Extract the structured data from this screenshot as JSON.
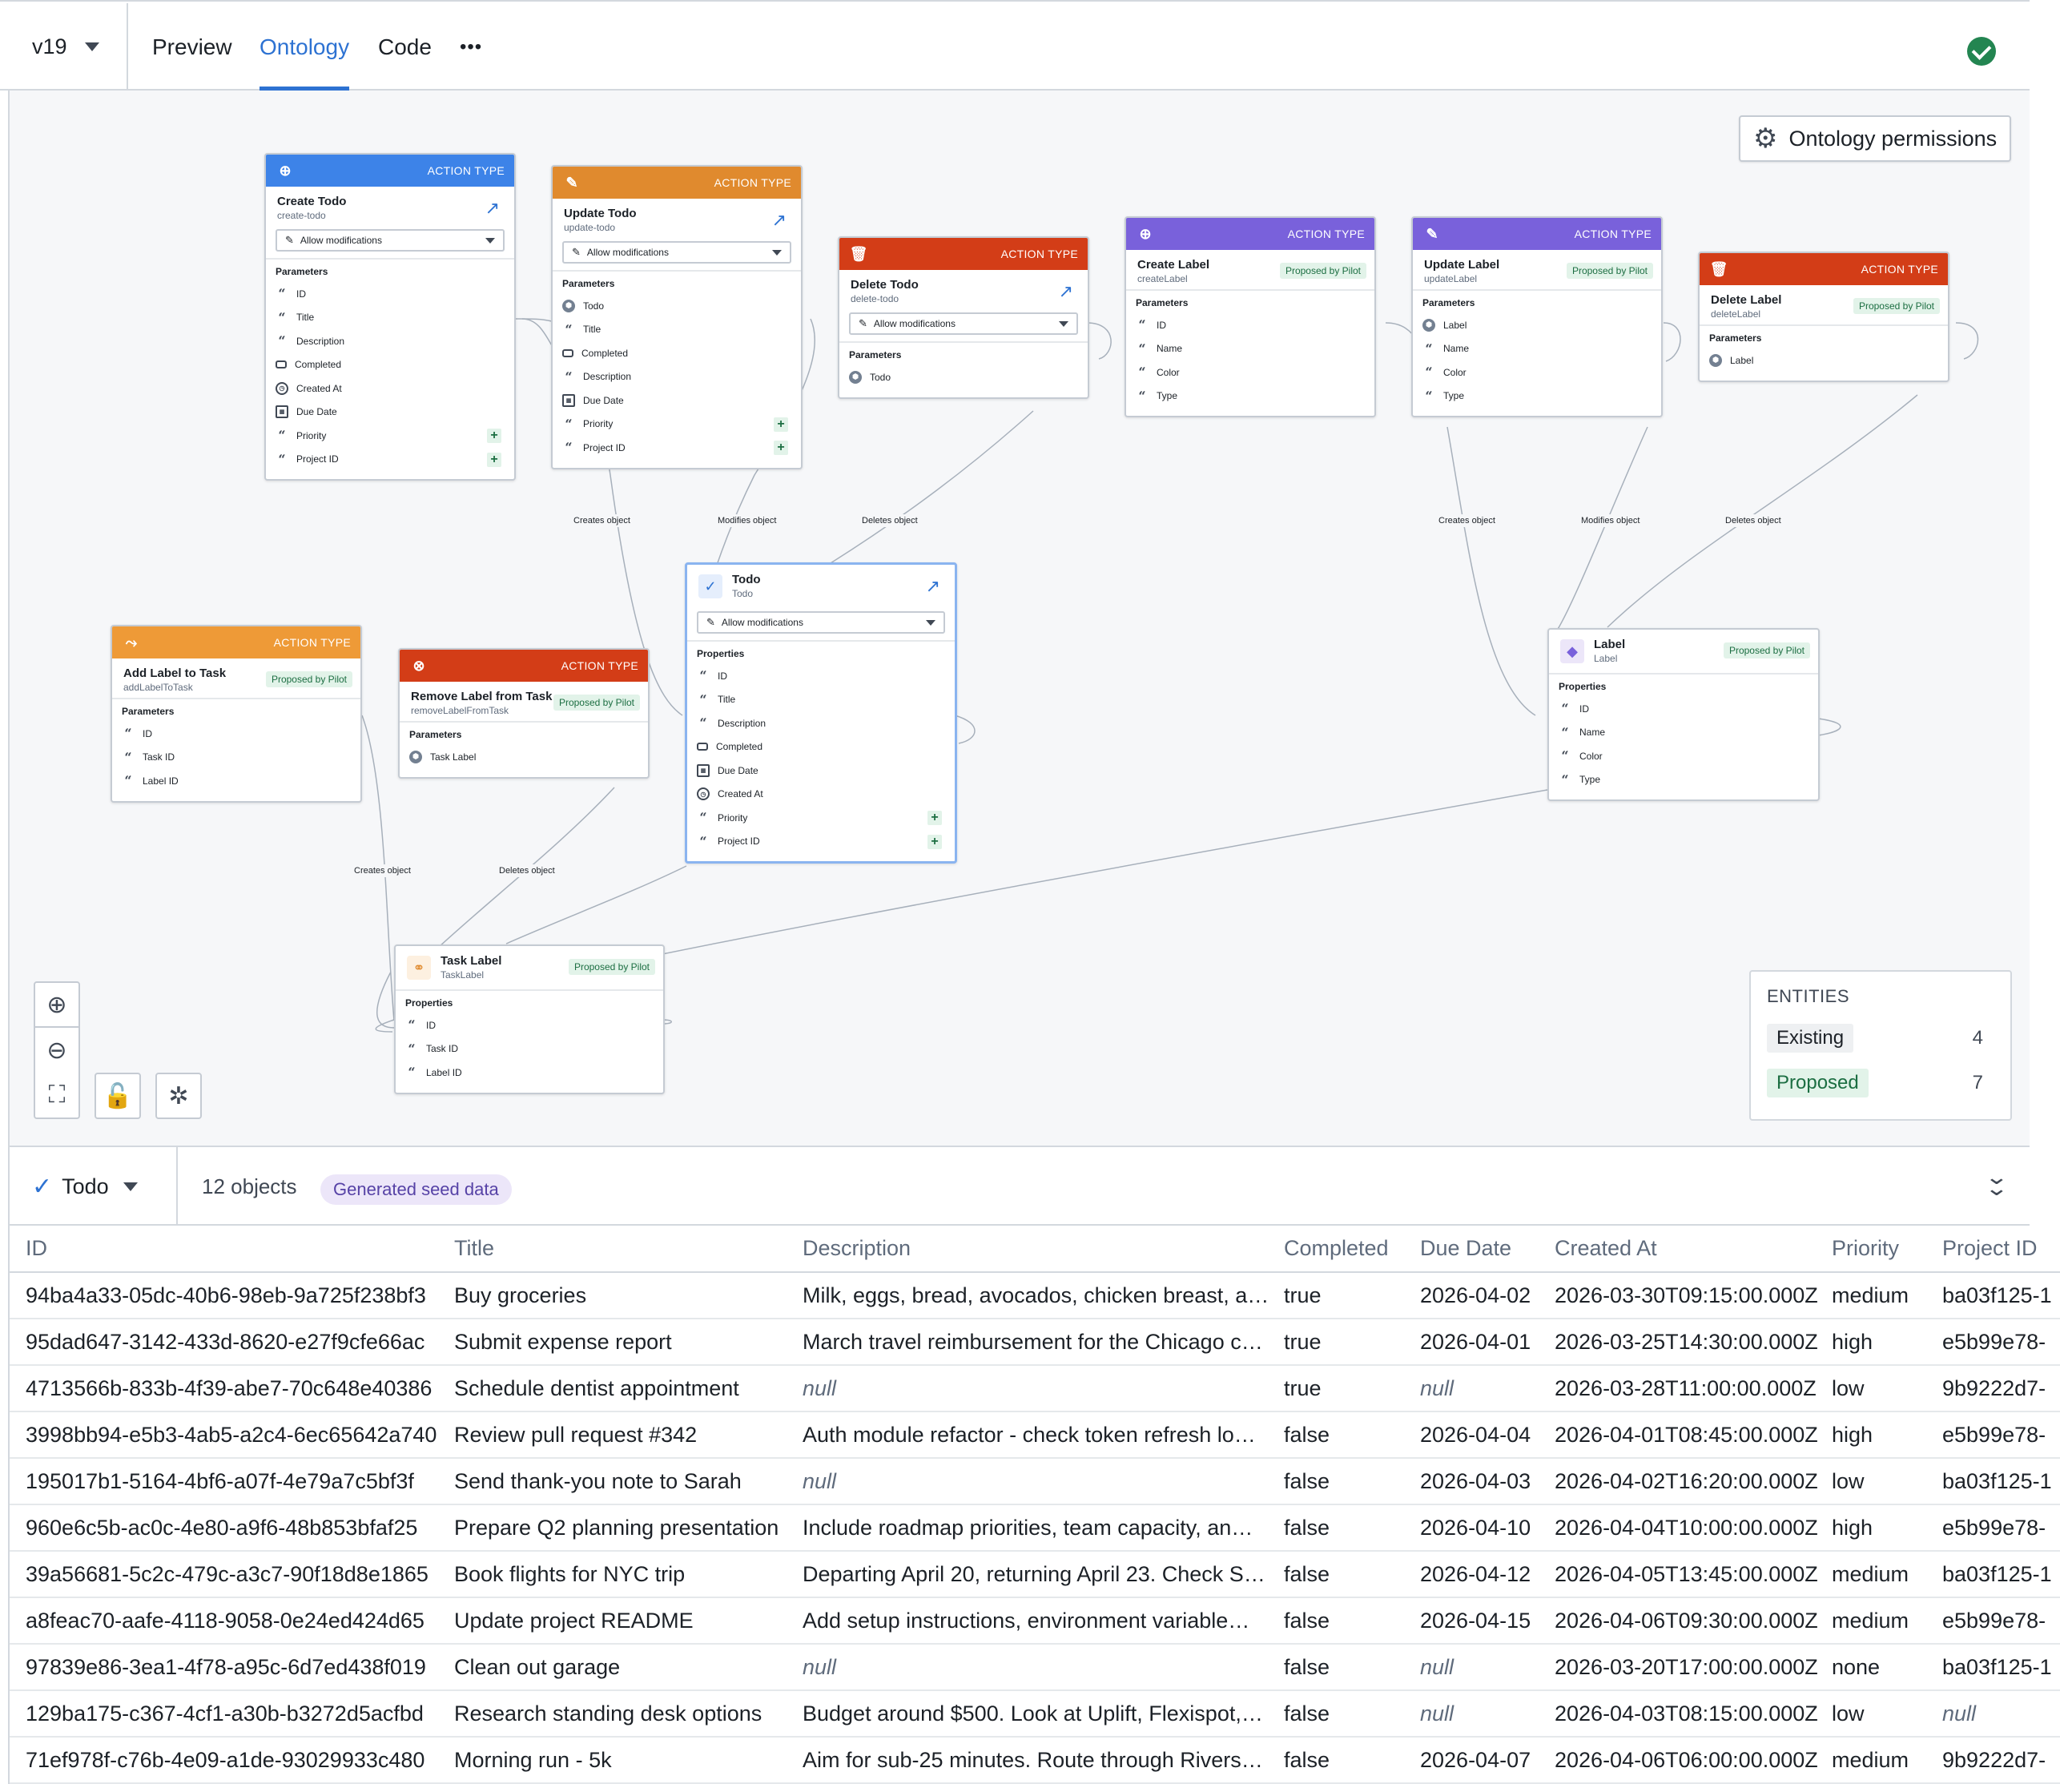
{
  "header": {
    "version": "v19",
    "tabs": [
      {
        "label": "Preview"
      },
      {
        "label": "Ontology"
      },
      {
        "label": "Code"
      }
    ],
    "more_label": "•••"
  },
  "canvas": {
    "permissions_label": "Ontology permissions",
    "action_type_label": "ACTION TYPE",
    "allow_modifications": "Allow modifications",
    "proposed_by_pilot": "Proposed by Pilot",
    "parameters_label": "Parameters",
    "properties_label": "Properties",
    "actions": {
      "create_todo": {
        "title": "Create Todo",
        "api": "create-todo",
        "params": [
          "ID",
          "Title",
          "Description",
          "Completed",
          "Created At",
          "Due Date",
          "Priority",
          "Project ID"
        ]
      },
      "update_todo": {
        "title": "Update Todo",
        "api": "update-todo",
        "params": [
          "Todo",
          "Title",
          "Completed",
          "Description",
          "Due Date",
          "Priority",
          "Project ID"
        ]
      },
      "delete_todo": {
        "title": "Delete Todo",
        "api": "delete-todo",
        "params": [
          "Todo"
        ]
      },
      "create_label": {
        "title": "Create Label",
        "api": "createLabel",
        "params": [
          "ID",
          "Name",
          "Color",
          "Type"
        ]
      },
      "update_label": {
        "title": "Update Label",
        "api": "updateLabel",
        "params": [
          "Label",
          "Name",
          "Color",
          "Type"
        ]
      },
      "delete_label": {
        "title": "Delete Label",
        "api": "deleteLabel",
        "params": [
          "Label"
        ]
      },
      "add_label": {
        "title": "Add Label to Task",
        "api": "addLabelToTask",
        "params": [
          "ID",
          "Task ID",
          "Label ID"
        ]
      },
      "remove_label": {
        "title": "Remove Label from Task",
        "api": "removeLabelFromTask",
        "params": [
          "Task Label"
        ]
      }
    },
    "objects": {
      "todo": {
        "title": "Todo",
        "api": "Todo",
        "props": [
          "ID",
          "Title",
          "Description",
          "Completed",
          "Due Date",
          "Created At",
          "Priority",
          "Project ID"
        ]
      },
      "label": {
        "title": "Label",
        "api": "Label",
        "props": [
          "ID",
          "Name",
          "Color",
          "Type"
        ]
      },
      "task_label": {
        "title": "Task Label",
        "api": "TaskLabel",
        "props": [
          "ID",
          "Task ID",
          "Label ID"
        ]
      }
    },
    "edge_labels": {
      "creates": "Creates object",
      "modifies": "Modifies object",
      "deletes": "Deletes object"
    },
    "entities": {
      "title": "ENTITIES",
      "existing_label": "Existing",
      "existing_count": "4",
      "proposed_label": "Proposed",
      "proposed_count": "7"
    }
  },
  "table_bar": {
    "object_type": "Todo",
    "count": "12 objects",
    "seed_badge": "Generated seed data"
  },
  "table": {
    "columns": [
      "ID",
      "Title",
      "Description",
      "Completed",
      "Due Date",
      "Created At",
      "Priority",
      "Project ID"
    ],
    "rows": [
      [
        "94ba4a33-05dc-40b6-98eb-9a725f238bf3",
        "Buy groceries",
        "Milk, eggs, bread, avocados, chicken breast, a…",
        "true",
        "2026-04-02",
        "2026-03-30T09:15:00.000Z",
        "medium",
        "ba03f125-1"
      ],
      [
        "95dad647-3142-433d-8620-e27f9cfe66ac",
        "Submit expense report",
        "March travel reimbursement for the Chicago c…",
        "true",
        "2026-04-01",
        "2026-03-25T14:30:00.000Z",
        "high",
        "e5b99e78-"
      ],
      [
        "4713566b-833b-4f39-abe7-70c648e40386",
        "Schedule dentist appointment",
        "null",
        "true",
        "null",
        "2026-03-28T11:00:00.000Z",
        "low",
        "9b9222d7-"
      ],
      [
        "3998bb94-e5b3-4ab5-a2c4-6ec65642a740",
        "Review pull request #342",
        "Auth module refactor - check token refresh lo…",
        "false",
        "2026-04-04",
        "2026-04-01T08:45:00.000Z",
        "high",
        "e5b99e78-"
      ],
      [
        "195017b1-5164-4bf6-a07f-4e79a7c5bf3f",
        "Send thank-you note to Sarah",
        "null",
        "false",
        "2026-04-03",
        "2026-04-02T16:20:00.000Z",
        "low",
        "ba03f125-1"
      ],
      [
        "960e6c5b-ac0c-4e80-a9f6-48b853bfaf25",
        "Prepare Q2 planning presentation",
        "Include roadmap priorities, team capacity, an…",
        "false",
        "2026-04-10",
        "2026-04-04T10:00:00.000Z",
        "high",
        "e5b99e78-"
      ],
      [
        "39a56681-5c2c-479c-a3c7-90f18d8e1865",
        "Book flights for NYC trip",
        "Departing April 20, returning April 23. Check S…",
        "false",
        "2026-04-12",
        "2026-04-05T13:45:00.000Z",
        "medium",
        "ba03f125-1"
      ],
      [
        "a8feac70-aafe-4118-9058-0e24ed424d65",
        "Update project README",
        "Add setup instructions, environment variable…",
        "false",
        "2026-04-15",
        "2026-04-06T09:30:00.000Z",
        "medium",
        "e5b99e78-"
      ],
      [
        "97839e86-3ea1-4f78-a95c-6d7ed438f019",
        "Clean out garage",
        "null",
        "false",
        "null",
        "2026-03-20T17:00:00.000Z",
        "none",
        "ba03f125-1"
      ],
      [
        "129ba175-c367-4cf1-a30b-b3272d5acfbd",
        "Research standing desk options",
        "Budget around $500. Look at Uplift, Flexispot,…",
        "false",
        "null",
        "2026-04-03T08:15:00.000Z",
        "low",
        "null"
      ],
      [
        "71ef978f-c76b-4e09-a1de-93029933c480",
        "Morning run - 5k",
        "Aim for sub-25 minutes. Route through Rivers…",
        "false",
        "2026-04-07",
        "2026-04-06T06:00:00.000Z",
        "medium",
        "9b9222d7-"
      ]
    ]
  },
  "colors": {
    "accent": "#2d72d2",
    "create": "#3d83e8",
    "update": "#e08a2e",
    "delete": "#d33d17",
    "label_action": "#7961db",
    "success": "#238551"
  },
  "icons": {
    "version_caret": "chevron-down-icon",
    "status": "check-circle-icon",
    "permissions": "gear-icon",
    "zoom_in": "zoom-in-icon",
    "zoom_out": "zoom-out-icon",
    "fit": "fit-view-icon",
    "lock": "unlock-icon",
    "layout": "graph-layout-icon",
    "collapse": "double-chevron-down-icon"
  }
}
